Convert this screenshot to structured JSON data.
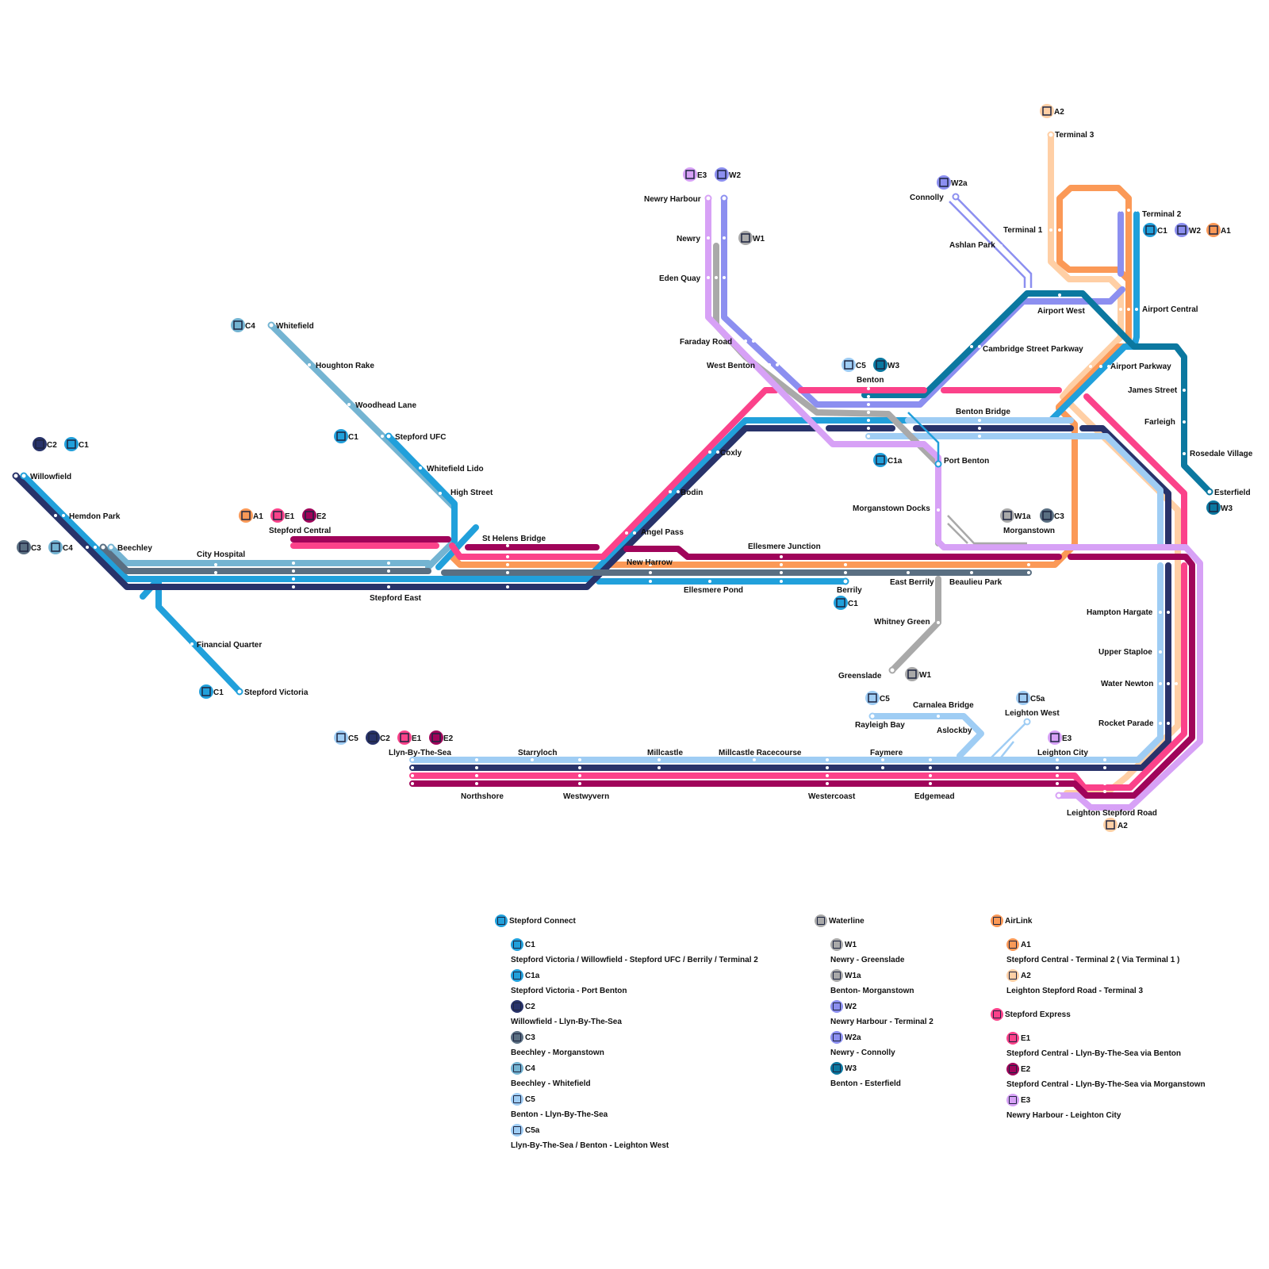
{
  "colors": {
    "C1": "#21a0db",
    "C1a": "#21a0db",
    "C2": "#28336a",
    "C3": "#5a6f82",
    "C4": "#74b4d2",
    "C5": "#9fcdf4",
    "C5a": "#9fcdf4",
    "W1": "#a9a9a9",
    "W1a": "#a9a9a9",
    "W2": "#8c8ff0",
    "W2a": "#8c8ff0",
    "W3": "#0b78a0",
    "A1": "#fb9957",
    "A2": "#ffcfa5",
    "E1": "#fb428a",
    "E2": "#a0045a",
    "E3": "#d7a1f6",
    "Stepford Connect": "#21a0db",
    "Waterline": "#a9a9a9",
    "AirLink": "#fb9957",
    "Stepford Express": "#fb428a"
  },
  "stations": [
    "Willowfield",
    "Hemdon Park",
    "Beechley",
    "City Hospital",
    "Stepford Central",
    "Stepford East",
    "Financial Quarter",
    "Stepford Victoria",
    "Whitefield",
    "Houghton Rake",
    "Woodhead Lane",
    "Stepford UFC",
    "Whitefield Lido",
    "High Street",
    "St Helens Bridge",
    "Angel Pass",
    "Bodin",
    "Coxly",
    "New Harrow",
    "Ellesmere Pond",
    "Ellesmere Junction",
    "Berrily",
    "East Berrily",
    "Beaulieu Park",
    "Newry Harbour",
    "Newry",
    "Eden Quay",
    "Faraday Road",
    "West Benton",
    "Benton",
    "Port Benton",
    "Morganstown Docks",
    "Morganstown",
    "Whitney Green",
    "Greenslade",
    "Connolly",
    "Ashlan Park",
    "Benton Bridge",
    "Cambridge Street Parkway",
    "Airport West",
    "Terminal 3",
    "Terminal 1",
    "Terminal 2",
    "Airport Central",
    "Airport Parkway",
    "James Street",
    "Farleigh",
    "Rosedale Village",
    "Esterfield",
    "Hampton Hargate",
    "Upper Staploe",
    "Water Newton",
    "Rocket Parade",
    "Leighton Stepford Road",
    "Leighton City",
    "Leighton West",
    "Aslockby",
    "Carnalea Bridge",
    "Rayleigh Bay",
    "Faymere",
    "Edgemead",
    "Westercoast",
    "Millcastle Racecourse",
    "Millcastle",
    "Westwyvern",
    "Starryloch",
    "Northshore",
    "Llyn-By-The-Sea"
  ],
  "legend": {
    "groups": [
      {
        "name": "Stepford Connect",
        "lines": [
          {
            "code": "C1",
            "route": "Stepford Victoria / Willowfield - Stepford UFC / Berrily / Terminal 2"
          },
          {
            "code": "C1a",
            "route": "Stepford Victoria - Port Benton"
          },
          {
            "code": "C2",
            "route": "Willowfield - Llyn-By-The-Sea"
          },
          {
            "code": "C3",
            "route": "Beechley - Morganstown"
          },
          {
            "code": "C4",
            "route": "Beechley - Whitefield"
          },
          {
            "code": "C5",
            "route": "Benton - Llyn-By-The-Sea"
          },
          {
            "code": "C5a",
            "route": "Llyn-By-The-Sea / Benton - Leighton West"
          }
        ]
      },
      {
        "name": "Waterline",
        "lines": [
          {
            "code": "W1",
            "route": "Newry - Greenslade"
          },
          {
            "code": "W1a",
            "route": "Benton- Morganstown"
          },
          {
            "code": "W2",
            "route": "Newry Harbour - Terminal 2"
          },
          {
            "code": "W2a",
            "route": "Newry - Connolly"
          },
          {
            "code": "W3",
            "route": "Benton - Esterfield"
          }
        ]
      },
      {
        "name": "AirLink",
        "lines": [
          {
            "code": "A1",
            "route": "Stepford Central - Terminal 2 ( Via Terminal 1 )"
          },
          {
            "code": "A2",
            "route": "Leighton Stepford Road - Terminal 3"
          }
        ]
      },
      {
        "name": "Stepford Express",
        "lines": [
          {
            "code": "E1",
            "route": "Stepford Central - Llyn-By-The-Sea via Benton"
          },
          {
            "code": "E2",
            "route": "Stepford Central - Llyn-By-The-Sea via Morganstown"
          },
          {
            "code": "E3",
            "route": "Newry Harbour - Leighton City"
          }
        ]
      }
    ]
  }
}
